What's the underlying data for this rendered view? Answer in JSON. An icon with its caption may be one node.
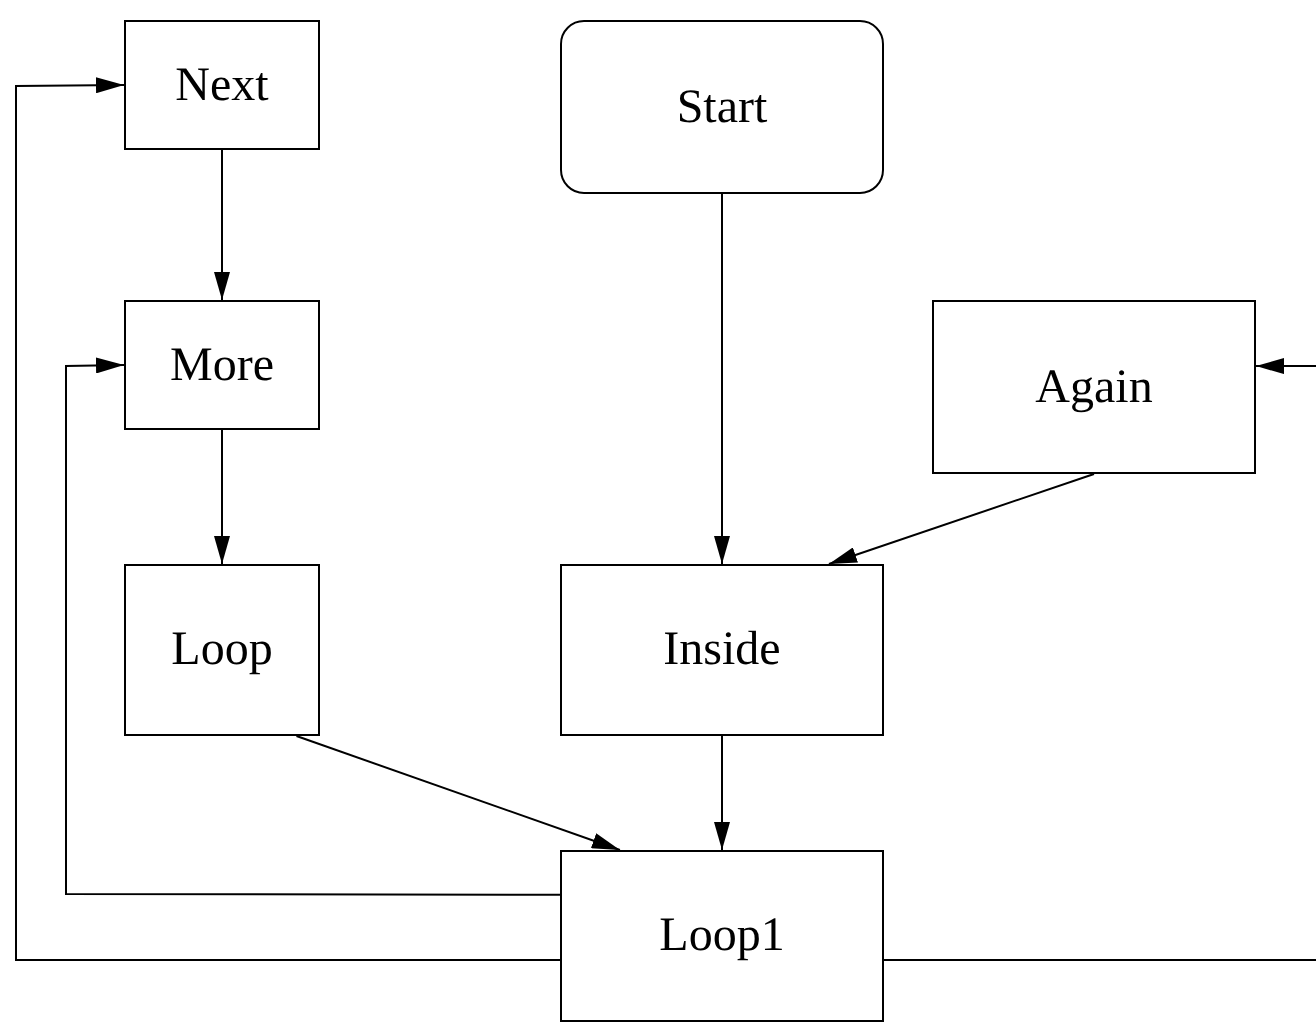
{
  "diagram": {
    "nodes": [
      {
        "text": [
          "Next"
        ]
      },
      {
        "text": [
          "Start"
        ]
      },
      {
        "text": [
          "More"
        ]
      },
      {
        "text": [
          "Again"
        ]
      },
      {
        "text": [
          "Loop"
        ]
      },
      {
        "text": [
          "Inside"
        ]
      },
      {
        "text": [
          "Loop1"
        ]
      }
    ],
    "edges": [
      {
        "from": 0,
        "to": 2,
        "arrow": "to"
      },
      {
        "from": 2,
        "to": 4,
        "arrow": "to"
      },
      {
        "from": 1,
        "to": 5,
        "arrow": "to"
      },
      {
        "from": 3,
        "to": 5,
        "arrow": "to"
      },
      {
        "from": 4,
        "to": 6,
        "arrow": "to"
      },
      {
        "from": 5,
        "to": 6,
        "arrow": "to"
      },
      {
        "from": 6,
        "to": 2,
        "arrow": "to"
      },
      {
        "from": 6,
        "to": 0,
        "arrow": "to"
      },
      {
        "from": 6,
        "to": null,
        "arrow": "none"
      },
      {
        "from": null,
        "to": 3,
        "arrow": "to"
      }
    ]
  }
}
